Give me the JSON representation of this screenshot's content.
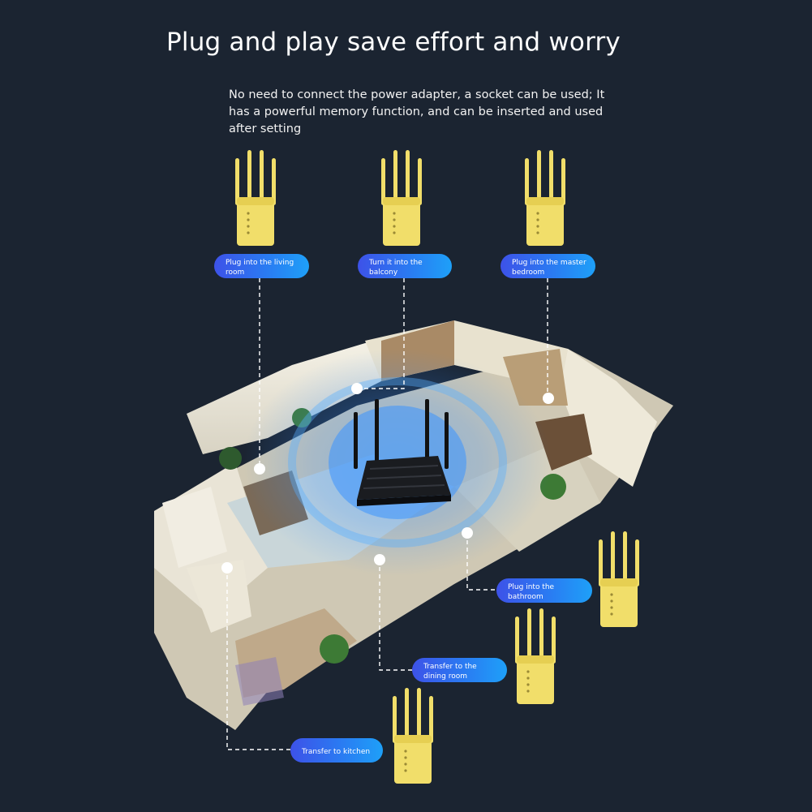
{
  "page": {
    "title": "Plug and play save effort and worry",
    "subtitle": "No need to connect the power adapter, a socket can be used; It has a powerful memory function, and can be inserted and used after setting"
  },
  "labels": {
    "living_room": "Plug into the living room",
    "balcony": "Turn it into the balcony",
    "master_bedroom": "Plug into the master bedroom",
    "bathroom": "Plug into the bathroom",
    "dining_room": "Transfer to the dining room",
    "kitchen": "Transfer to kitchen"
  },
  "colors": {
    "background": "#1b2431",
    "pill_start": "#3d52e8",
    "pill_end": "#1ea0f8",
    "device_yellow": "#f1de6a",
    "signal_blue": "#2f8cff"
  },
  "icons": {
    "router": "router-icon",
    "extender": "wifi-extender-icon"
  }
}
